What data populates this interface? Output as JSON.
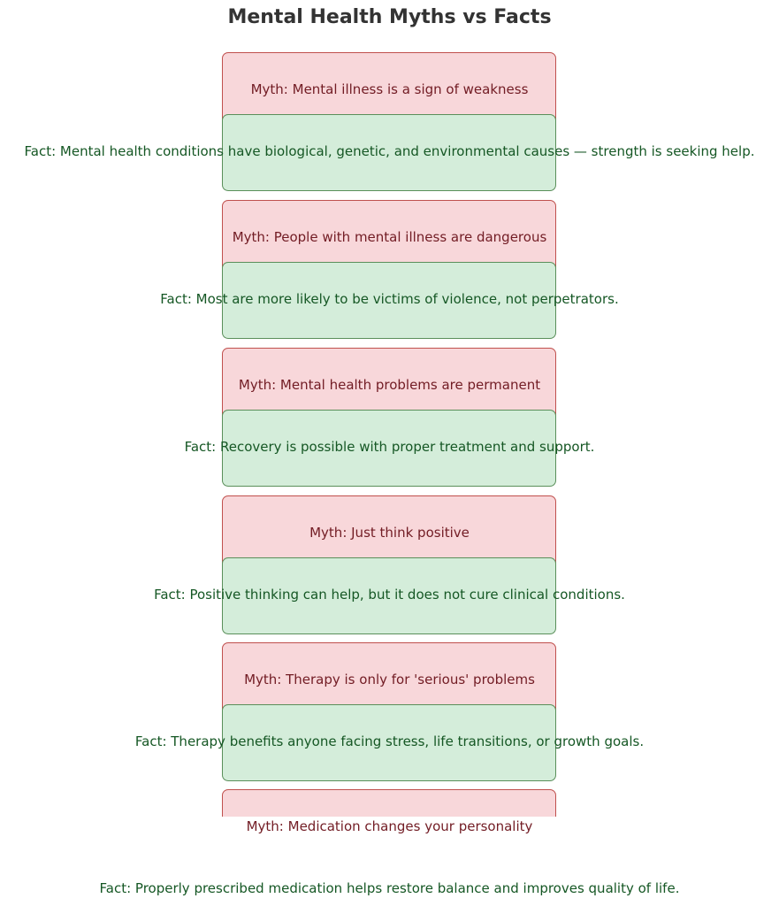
{
  "title": "Mental Health Myths vs Facts",
  "colors": {
    "myth_fill": "#f8d7da",
    "myth_border": "#c0504d",
    "myth_text": "#721c24",
    "fact_fill": "#d4edda",
    "fact_border": "#5a8f5a",
    "fact_text": "#155724"
  },
  "pairs": [
    {
      "myth": "Myth: Mental illness is a sign of weakness",
      "fact": "Fact: Mental health conditions have biological, genetic, and environmental causes — strength is seeking help."
    },
    {
      "myth": "Myth: People with mental illness are dangerous",
      "fact": "Fact: Most are more likely to be victims of violence, not perpetrators."
    },
    {
      "myth": "Myth: Mental health problems are permanent",
      "fact": "Fact: Recovery is possible with proper treatment and support."
    },
    {
      "myth": "Myth: Just think positive",
      "fact": "Fact: Positive thinking can help, but it does not cure clinical conditions."
    },
    {
      "myth": "Myth: Therapy is only for 'serious' problems",
      "fact": "Fact: Therapy benefits anyone facing stress, life transitions, or growth goals."
    },
    {
      "myth": "Myth: Medication changes your personality",
      "fact": "Fact: Properly prescribed medication helps restore balance and improves quality of life."
    }
  ]
}
